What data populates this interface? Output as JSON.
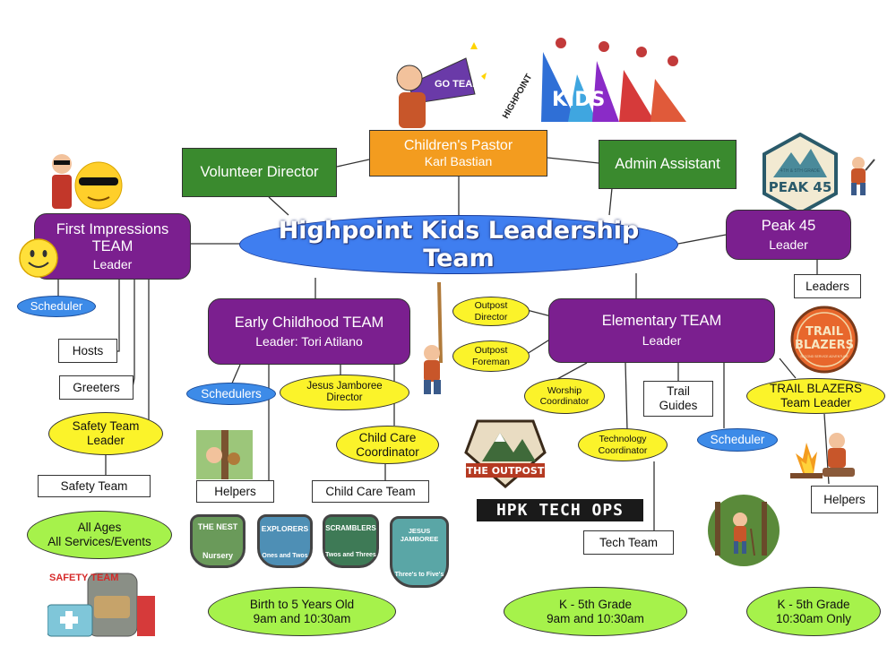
{
  "top": {
    "pastor_title": "Children's Pastor",
    "pastor_name": "Karl Bastian",
    "volunteer_director": "Volunteer Director",
    "admin_assistant": "Admin Assistant",
    "logo_line1": "HIGHPOINT",
    "logo_line2": "KIDS",
    "megaphone_text": "GO TEAM"
  },
  "center_title": "Highpoint Kids Leadership Team",
  "first_impressions": {
    "title": "First Impressions TEAM",
    "leader": "Leader",
    "scheduler": "Scheduler",
    "hosts": "Hosts",
    "greeters": "Greeters",
    "safety_leader_1": "Safety Team",
    "safety_leader_2": "Leader",
    "safety_team": "Safety Team",
    "all_ages_1": "All Ages",
    "all_ages_2": "All Services/Events",
    "safety_logo": "SAFETY TEAM"
  },
  "early_childhood": {
    "title": "Early Childhood TEAM",
    "leader": "Leader: Tori Atilano",
    "schedulers": "Schedulers",
    "jamboree_1": "Jesus Jamboree",
    "jamboree_2": "Director",
    "childcare_1": "Child Care",
    "childcare_2": "Coordinator",
    "helpers": "Helpers",
    "childcare_team": "Child Care Team",
    "badges": [
      "THE NEST",
      "EXPLORERS",
      "SCRAMBLERS",
      "JESUS JAMBOREE"
    ],
    "badge_sub": [
      "Nursery",
      "Ones and Twos",
      "Twos and Threes",
      "Three's to Five's"
    ],
    "age_1": "Birth to 5 Years Old",
    "age_2": "9am and 10:30am"
  },
  "elementary": {
    "title": "Elementary TEAM",
    "leader": "Leader",
    "outpost_director_1": "Outpost",
    "outpost_director_2": "Director",
    "outpost_foreman_1": "Outpost",
    "outpost_foreman_2": "Foreman",
    "worship_1": "Worship",
    "worship_2": "Coordinator",
    "trail_guides_1": "Trail",
    "trail_guides_2": "Guides",
    "tech_1": "Technology",
    "tech_2": "Coordinator",
    "tech_team": "Tech Team",
    "outpost_logo": "THE OUTPOST",
    "techops_logo": "HPK TECH OPS",
    "age_1": "K - 5th Grade",
    "age_2": "9am and 10:30am"
  },
  "peak45": {
    "title": "Peak 45",
    "leader": "Leader",
    "leaders": "Leaders",
    "badge_top": "4TH & 5TH GRADE",
    "badge_main": "PEAK 45"
  },
  "trail_blazers": {
    "title_1": "TRAIL BLAZERS",
    "title_2": "Team Leader",
    "scheduler": "Scheduler",
    "helpers": "Helpers",
    "badge_1": "TRAIL",
    "badge_2": "BLAZERS",
    "badge_sub": "SECOND SERVICE ADVENTURE",
    "age_1": "K - 5th Grade",
    "age_2": "10:30am Only"
  },
  "colors": {
    "orange": "#f39c1f",
    "green": "#3a8a2e",
    "purple": "#7b1f8f",
    "blue": "#3d8be8",
    "yellow": "#fbf32a",
    "lime": "#a6f24b"
  }
}
